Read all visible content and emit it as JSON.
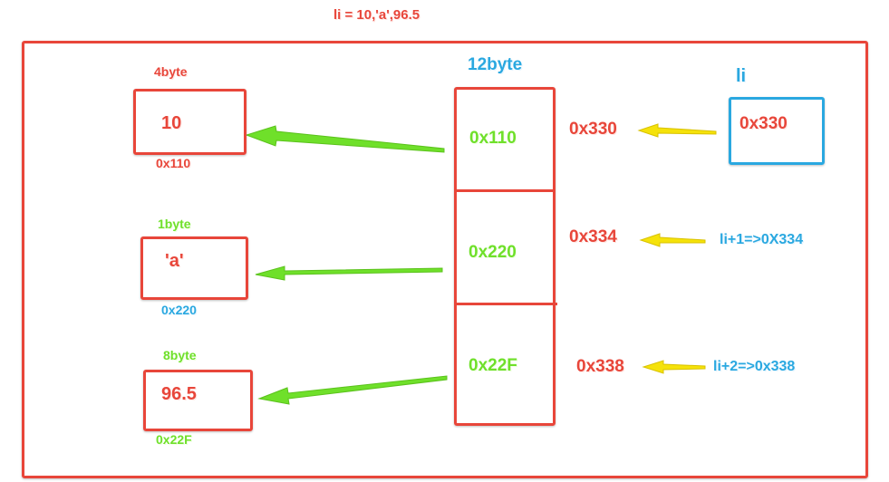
{
  "colors": {
    "red": "#e8463a",
    "green": "#6fe02a",
    "blue": "#2aa8e0",
    "yellow": "#f5e20a"
  },
  "header": {
    "formula": "li = 10,'a',96.5"
  },
  "list_block": {
    "size_label": "12byte",
    "cells": [
      "0x110",
      "0x220",
      "0x22F"
    ]
  },
  "elements": [
    {
      "size": "4byte",
      "value": "10",
      "address": "0x110"
    },
    {
      "size": "1byte",
      "value": "'a'",
      "address": "0x220"
    },
    {
      "size": "8byte",
      "value": "96.5",
      "address": "0x22F"
    }
  ],
  "variable": {
    "name": "li",
    "value": "0x330"
  },
  "slot_addresses": [
    "0x330",
    "0x334",
    "0x338"
  ],
  "index_exprs": [
    "li+1=>0X334",
    "li+2=>0x338"
  ]
}
